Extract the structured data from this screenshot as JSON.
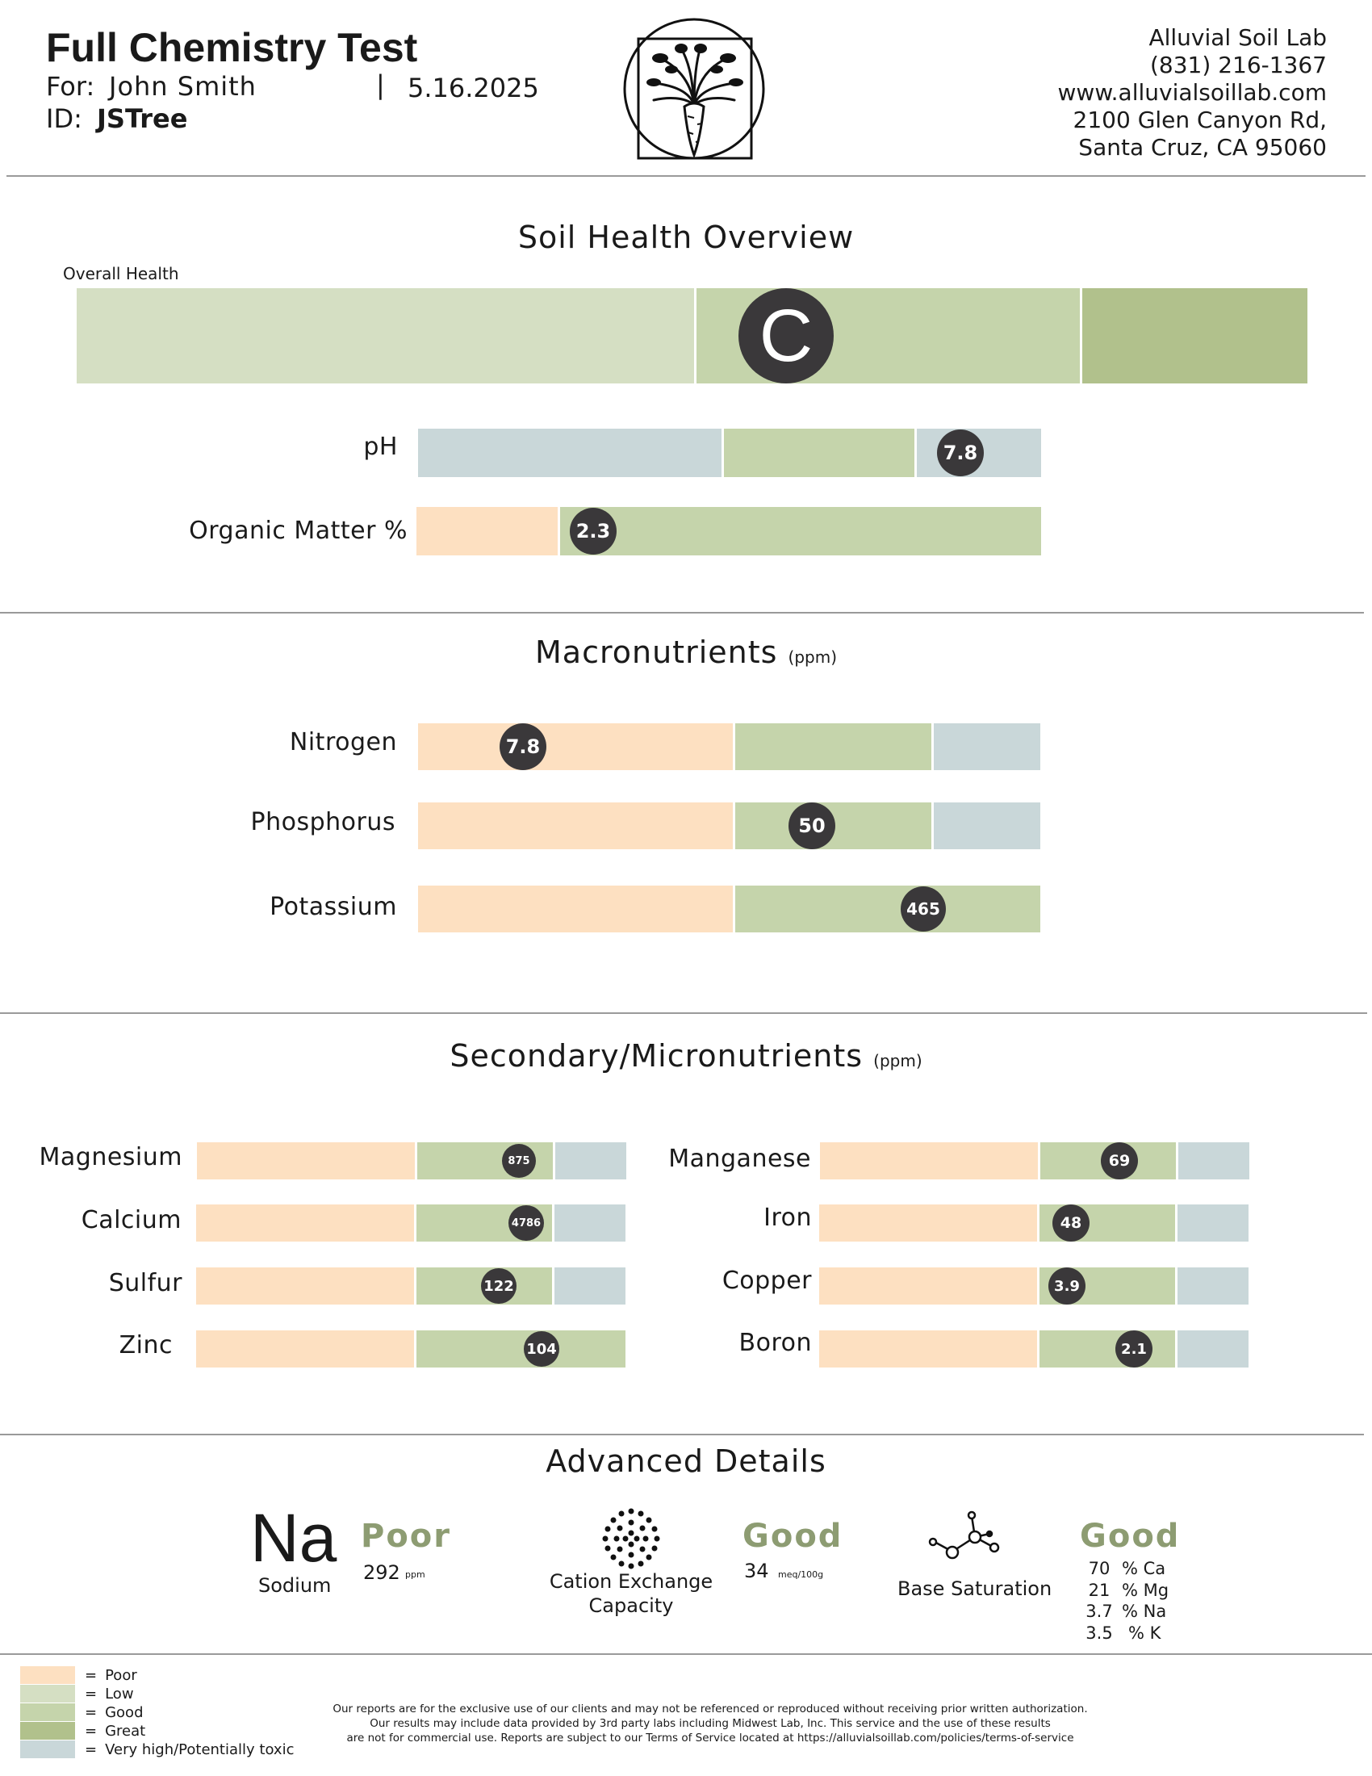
{
  "colors": {
    "poor": "#fde0c1",
    "low": "#d5dfc3",
    "good": "#c5d4ab",
    "great": "#b1c18c",
    "very_high": "#c9d7d9",
    "marker": "#3a383a",
    "rating": "#8d9c72"
  },
  "header": {
    "title": "Full Chemistry Test",
    "for_label": "For:",
    "client_name": "John Smith",
    "separator": "|",
    "date": "5.16.2025",
    "id_label": "ID:",
    "id_value": "JSTree",
    "logo_icon": "carrot-logo-icon",
    "lab": {
      "name": "Alluvial Soil Lab",
      "phone": "(831) 216-1367",
      "website": "www.alluvialsoillab.com",
      "address1": "2100 Glen Canyon Rd,",
      "address2": "Santa Cruz, CA 95060"
    }
  },
  "soil_health": {
    "title": "Soil Health Overview",
    "overall_label": "Overall Health",
    "overall_grade": "C",
    "overall_scale": [
      "low",
      "good",
      "great"
    ],
    "overall_position": 0.48,
    "ph": {
      "label": "pH",
      "value": "7.8",
      "scale": [
        "very_high",
        "good",
        "very_high"
      ],
      "position": 0.87
    },
    "organic_matter": {
      "label": "Organic Matter %",
      "value": "2.3",
      "scale": [
        "poor",
        "good"
      ],
      "position": 0.28
    }
  },
  "macronutrients": {
    "title": "Macronutrients",
    "unit": "(ppm)",
    "items": [
      {
        "label": "Nitrogen",
        "value": "7.8",
        "position": 0.17
      },
      {
        "label": "Phosphorus",
        "value": "50",
        "position": 0.63
      },
      {
        "label": "Potassium",
        "value": "465",
        "position": 0.81
      }
    ]
  },
  "secondary": {
    "title": "Secondary/Micronutrients",
    "unit": "(ppm)",
    "left": [
      {
        "label": "Magnesium",
        "value": "875",
        "position": 0.75
      },
      {
        "label": "Calcium",
        "value": "4786",
        "position": 0.77
      },
      {
        "label": "Sulfur",
        "value": "122",
        "position": 0.71
      },
      {
        "label": "Zinc",
        "value": "104",
        "position": 0.8
      }
    ],
    "right": [
      {
        "label": "Manganese",
        "value": "69",
        "position": 0.69
      },
      {
        "label": "Iron",
        "value": "48",
        "position": 0.59
      },
      {
        "label": "Copper",
        "value": "3.9",
        "position": 0.57
      },
      {
        "label": "Boron",
        "value": "2.1",
        "position": 0.73
      }
    ]
  },
  "advanced": {
    "title": "Advanced Details",
    "sodium": {
      "symbol": "Na",
      "label": "Sodium",
      "rating": "Poor",
      "value": "292",
      "unit": "ppm"
    },
    "cec": {
      "label_line1": "Cation Exchange",
      "label_line2": "Capacity",
      "rating": "Good",
      "value": "34",
      "unit": "meq/100g",
      "icon": "cation-dots-icon"
    },
    "base_saturation": {
      "label": "Base Saturation",
      "rating": "Good",
      "icon": "molecule-icon",
      "items": [
        {
          "value": "70",
          "unit": "% Ca"
        },
        {
          "value": "21",
          "unit": "% Mg"
        },
        {
          "value": "3.7",
          "unit": "% Na"
        },
        {
          "value": "3.5",
          "unit": "% K"
        }
      ]
    }
  },
  "legend": [
    {
      "key": "poor",
      "label": "Poor"
    },
    {
      "key": "low",
      "label": "Low"
    },
    {
      "key": "good",
      "label": "Good"
    },
    {
      "key": "great",
      "label": "Great"
    },
    {
      "key": "very_high",
      "label": "Very high/Potentially toxic"
    }
  ],
  "legend_equals": "=",
  "footer": {
    "line1": "Our reports are for the exclusive use of our clients and may not be referenced or reproduced without receiving prior written authorization.",
    "line2": "Our results may include data provided by 3rd party labs including Midwest Lab, Inc. This service and the use of these results",
    "line3": "are not for commercial use. Reports are subject to our Terms of Service located at https://alluvialsoillab.com/policies/terms-of-service"
  }
}
